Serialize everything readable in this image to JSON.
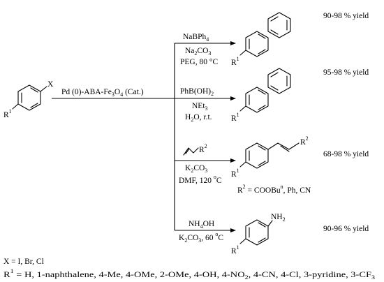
{
  "start": {
    "substituent_x": "X",
    "substituent_r": "R",
    "substituent_r_sup": "1"
  },
  "catalyst": "Pd (0)-ABA-Fe3O4 (Cat.)",
  "catalyst_parts": {
    "a": "Pd (0)-ABA-Fe",
    "sub1": "3",
    "b": "O",
    "sub2": "4",
    "c": " (Cat.)"
  },
  "reactions": [
    {
      "conditions": [
        {
          "a": "NaBPh",
          "sub": "4",
          "b": ""
        },
        {
          "a": "Na",
          "sub": "2",
          "b": "CO",
          "sub2": "3"
        },
        {
          "a": "PEG, 80 °C"
        }
      ],
      "yield": "90-98 % yield",
      "r": "R",
      "r_sup": "1"
    },
    {
      "conditions": [
        {
          "a": "PhB(OH)",
          "sub": "2"
        },
        {
          "a": "NEt",
          "sub": "3"
        },
        {
          "a": "H",
          "sub": "2",
          "b": "O, r.t."
        }
      ],
      "yield": "95-98 % yield",
      "r": "R",
      "r_sup": "1"
    },
    {
      "conditions": [
        {
          "a": "R",
          "sup": "2"
        },
        {
          "a": "K",
          "sub": "2",
          "b": "CO",
          "sub2": "3"
        },
        {
          "a": "DMF, 120 ",
          "sup": "o",
          "b": "C"
        }
      ],
      "yield": "68-98 % yield",
      "r": "R",
      "r_sup": "1",
      "r2": "R",
      "r2_sup": "2",
      "note": {
        "a": "R",
        "sup": "2",
        "b": " = COOBu",
        "sup2": "n",
        "c": ", Ph, CN"
      }
    },
    {
      "conditions": [
        {
          "a": "NH",
          "sub": "4",
          "b": "OH"
        },
        {
          "a": "K",
          "sub": "2",
          "b": "CO",
          "sub2": "3",
          "c": ", 60 ",
          "sup": "o",
          "d": "C"
        }
      ],
      "yield": "90-96 % yield",
      "r": "R",
      "r_sup": "1",
      "nh2": "NH",
      "nh2_sub": "2"
    }
  ],
  "footnotes": {
    "x_def": "X = I, Br, Cl",
    "r1_def": {
      "a": "R",
      "sup": "1",
      "b": " = H, 1-naphthalene, 4-Me, 4-OMe, 2-OMe, 4-OH, 4-NO",
      "sub": "2",
      "c": ", 4-CN, 4-Cl, 3-pyridine, 3-CF",
      "sub2": "3"
    }
  }
}
